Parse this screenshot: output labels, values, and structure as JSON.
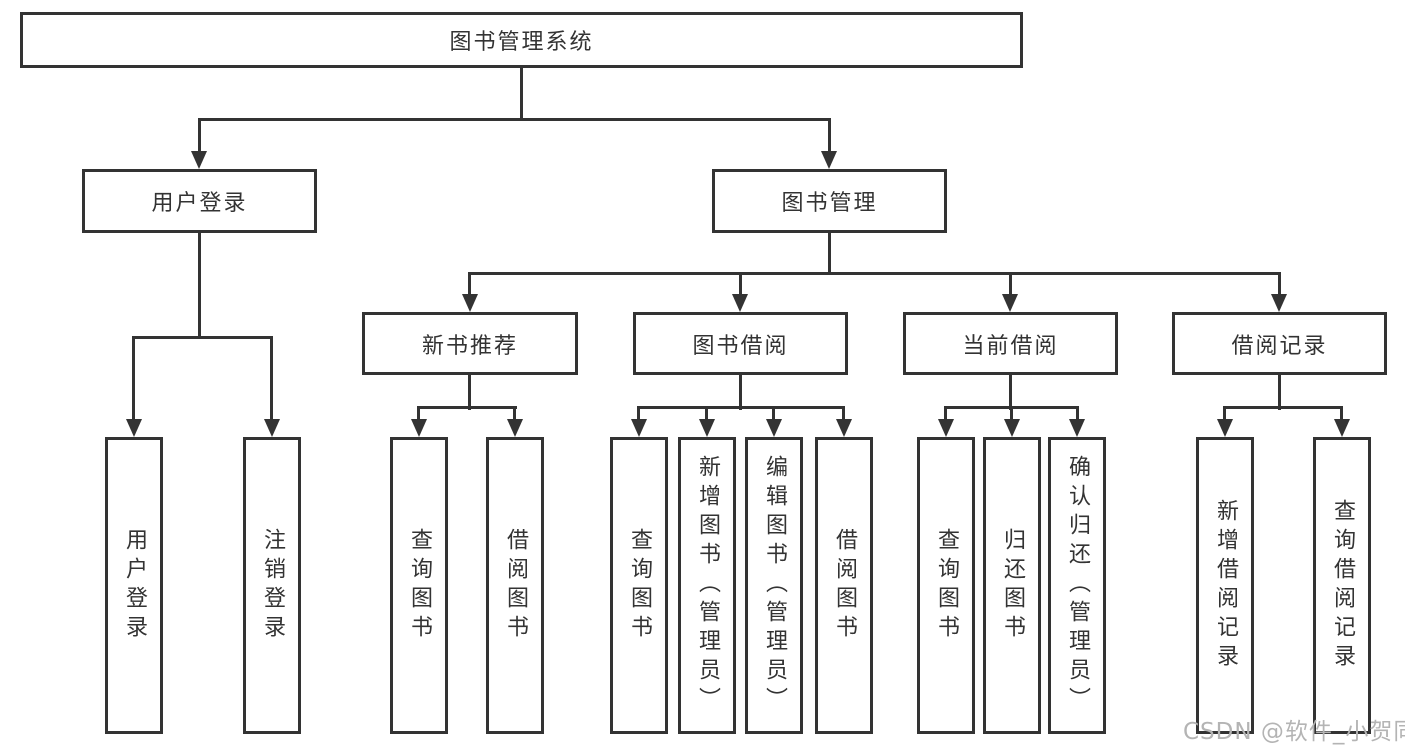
{
  "diagram": {
    "root": "图书管理系统",
    "branches": [
      {
        "label": "用户登录",
        "leaves": [
          "用户登录",
          "注销登录"
        ]
      },
      {
        "label": "图书管理",
        "groups": [
          {
            "label": "新书推荐",
            "leaves": [
              "查询图书",
              "借阅图书"
            ]
          },
          {
            "label": "图书借阅",
            "leaves": [
              "查询图书",
              "新增图书（管理员）",
              "编辑图书（管理员）",
              "借阅图书"
            ]
          },
          {
            "label": "当前借阅",
            "leaves": [
              "查询图书",
              "归还图书",
              "确认归还（管理员）"
            ]
          },
          {
            "label": "借阅记录",
            "leaves": [
              "新增借阅记录",
              "查询借阅记录"
            ]
          }
        ]
      }
    ]
  },
  "watermark": "CSDN @软件_小贺同学",
  "colors": {
    "line": "#333333",
    "text": "#333333",
    "watermark": "#b4b4b4",
    "background": "#ffffff"
  }
}
